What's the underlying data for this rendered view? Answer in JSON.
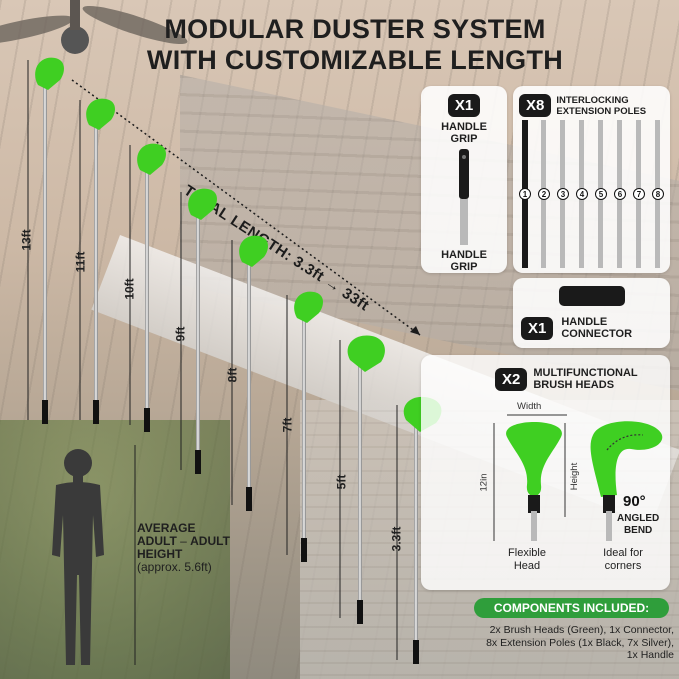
{
  "title": {
    "line1": "MODULAR DUSTER SYSTEM",
    "line2": "WITH CUSTOMIZABLE LENGTH"
  },
  "total_length": {
    "label": "TOTAL LENGTH: 3.3ft",
    "arrow": "→",
    "max": "33ft"
  },
  "poles": [
    {
      "length_label": "13ft"
    },
    {
      "length_label": "11ft"
    },
    {
      "length_label": "10ft"
    },
    {
      "length_label": "9ft"
    },
    {
      "length_label": "8ft"
    },
    {
      "length_label": "7ft"
    },
    {
      "length_label": "5ft"
    },
    {
      "length_label": "3.3ft"
    }
  ],
  "adult": {
    "line1": "AVERAGE",
    "line2": "ADULT",
    "line2b": "ADULT",
    "line3": "HEIGHT",
    "line4": "(approx. 5.6ft)"
  },
  "handle_panel": {
    "badge": "X1",
    "top_label_1": "HANDLE",
    "top_label_2": "GRIP",
    "bottom_label_1": "HANDLE",
    "bottom_label_2": "GRIP"
  },
  "extension_panel": {
    "badge": "X8",
    "label_1": "INTERLOCKING",
    "label_2": "EXTENSION POLES",
    "numbers": [
      "1",
      "2",
      "3",
      "4",
      "5",
      "6",
      "7",
      "8"
    ]
  },
  "connector_panel": {
    "badge": "X1",
    "label_1": "HANDLE",
    "label_2": "CONNECTOR"
  },
  "brush_panel": {
    "badge": "X2",
    "label_1": "MULTIFUNCTIONAL",
    "label_2": "BRUSH HEADS",
    "width_label": "Width",
    "length_label": "12in",
    "height_label": "Height",
    "angle_value": "90°",
    "angle_label_1": "ANGLED",
    "angle_label_2": "BEND",
    "flex_label_1": "Flexible",
    "flex_label_2": "Head",
    "ideal_label_1": "Ideal for",
    "ideal_label_2": "corners"
  },
  "components": {
    "title": "COMPONENTS INCLUDED:",
    "line1": "2x Brush Heads (Green), 1x Connector,",
    "line2": "8x Extension Poles (1x Black, 7x Silver),",
    "line3": "1x Handle"
  },
  "colors": {
    "brush_green": "#3fcf22",
    "panel_dark": "#1a1a1a",
    "components_green": "#2f9e3b"
  }
}
